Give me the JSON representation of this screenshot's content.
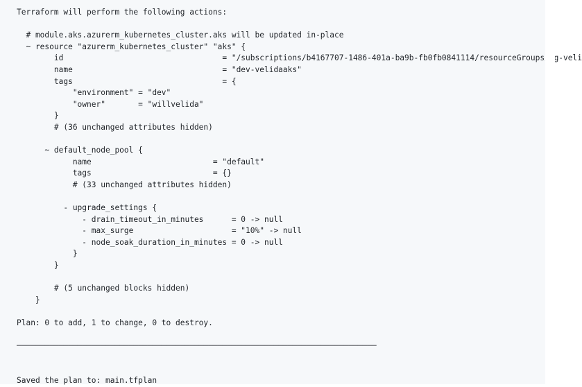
{
  "terminal": {
    "lines": [
      "Terraform will perform the following actions:",
      "",
      "  # module.aks.azurerm_kubernetes_cluster.aks will be updated in-place",
      "  ~ resource \"azurerm_kubernetes_cluster\" \"aks\" {",
      "        id                                  = \"/subscriptions/b4167707-1486-401a-ba9b-fb0fb0841114/resourceGroups/rg-veli",
      "        name                                = \"dev-velidaaks\"",
      "        tags                                = {",
      "            \"environment\" = \"dev\"",
      "            \"owner\"       = \"willvelida\"",
      "        }",
      "        # (36 unchanged attributes hidden)",
      "",
      "      ~ default_node_pool {",
      "            name                          = \"default\"",
      "            tags                          = {}",
      "            # (33 unchanged attributes hidden)",
      "",
      "          - upgrade_settings {",
      "              - drain_timeout_in_minutes      = 0 -> null",
      "              - max_surge                     = \"10%\" -> null",
      "              - node_soak_duration_in_minutes = 0 -> null",
      "            }",
      "        }",
      "",
      "        # (5 unchanged blocks hidden)",
      "    }",
      "",
      "Plan: 0 to add, 1 to change, 0 to destroy.",
      "",
      "─────────────────────────────────────────────────────────────────────────────",
      "",
      "",
      "Saved the plan to: main.tfplan"
    ]
  }
}
